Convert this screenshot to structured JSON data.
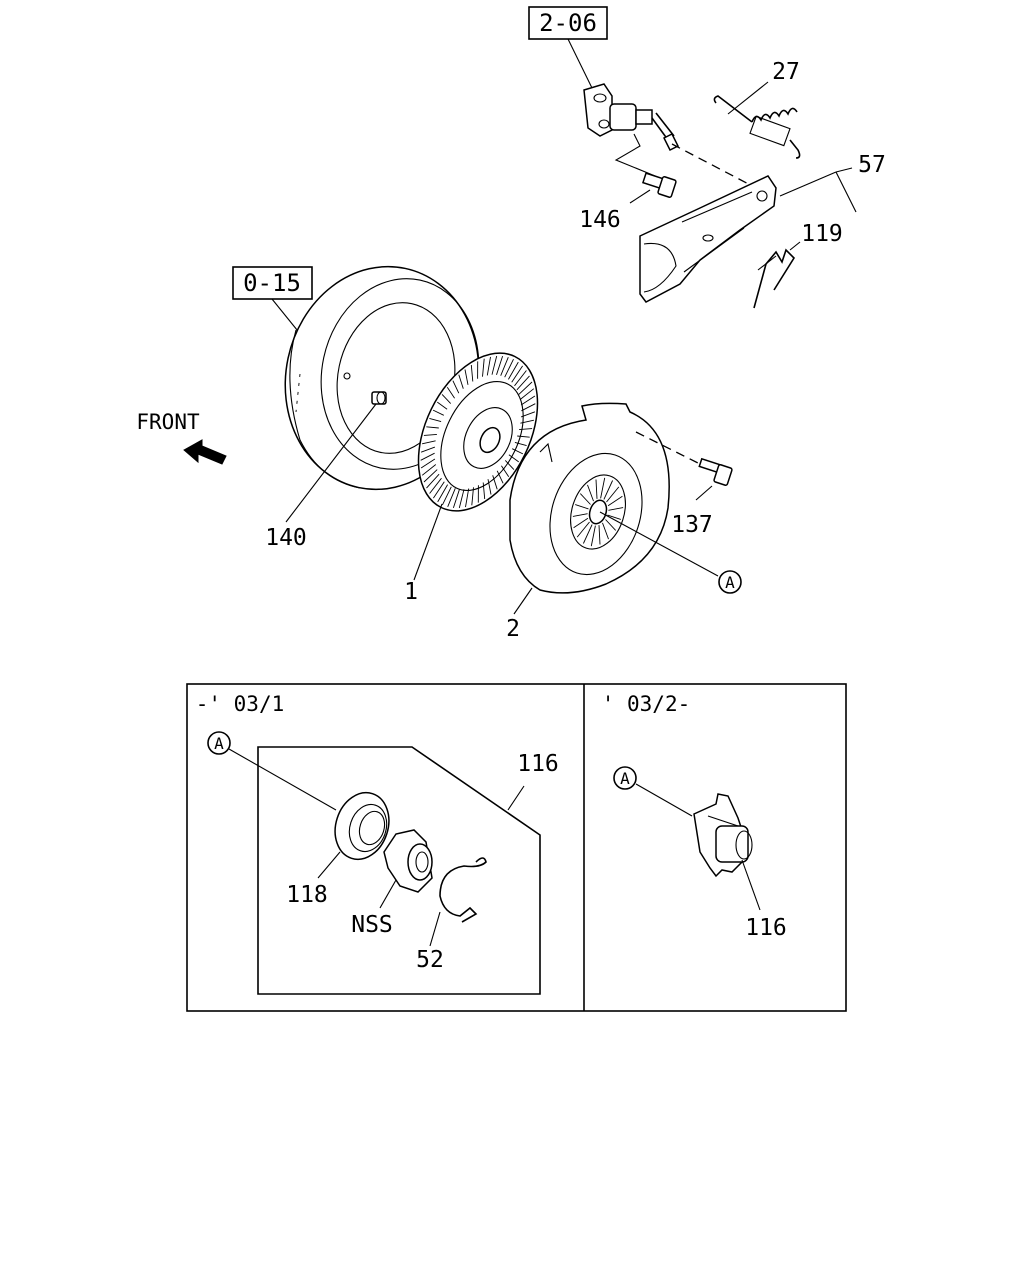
{
  "refs": {
    "ref_206": "2-06",
    "ref_015": "0-15"
  },
  "front_label": "FRONT",
  "callouts": {
    "p27": "27",
    "p57": "57",
    "p146": "146",
    "p119": "119",
    "p140": "140",
    "p1": "1",
    "p2": "2",
    "p137": "137",
    "pA": "A"
  },
  "inset_left": {
    "period": "-' 03/1",
    "marker": "A",
    "p116": "116",
    "p118": "118",
    "nss": "NSS",
    "p52": "52"
  },
  "inset_right": {
    "period": "' 03/2-",
    "marker": "A",
    "p116": "116"
  }
}
